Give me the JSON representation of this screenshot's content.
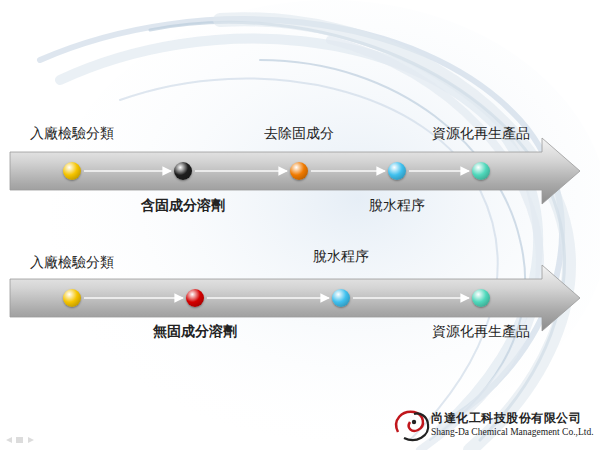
{
  "diagram": {
    "nodes": [
      {
        "text": [
          "入廠檢驗分類"
        ]
      },
      {
        "text": [
          "含固成分溶劑"
        ]
      },
      {
        "text": [
          "去除固成分"
        ]
      },
      {
        "text": [
          "脫水程序"
        ]
      },
      {
        "text": [
          "資源化再生產品"
        ]
      },
      {
        "text": [
          "入廠檢驗分類"
        ]
      },
      {
        "text": [
          "無固成分溶劑"
        ]
      },
      {
        "text": [
          "脫水程序"
        ]
      },
      {
        "text": [
          "資源化再生產品"
        ]
      }
    ],
    "edges": [
      {
        "from": 0,
        "to": 1,
        "arrow": "to"
      },
      {
        "from": 1,
        "to": 2,
        "arrow": "to"
      },
      {
        "from": 2,
        "to": 3,
        "arrow": "to"
      },
      {
        "from": 3,
        "to": 4,
        "arrow": "to"
      },
      {
        "from": 5,
        "to": 6,
        "arrow": "to"
      },
      {
        "from": 6,
        "to": 7,
        "arrow": "to"
      },
      {
        "from": 7,
        "to": 8,
        "arrow": "to"
      }
    ],
    "labels": [
      "尚達化工科技股份有限公司",
      "Shang-Da Chemical Management Co.,Ltd."
    ]
  }
}
